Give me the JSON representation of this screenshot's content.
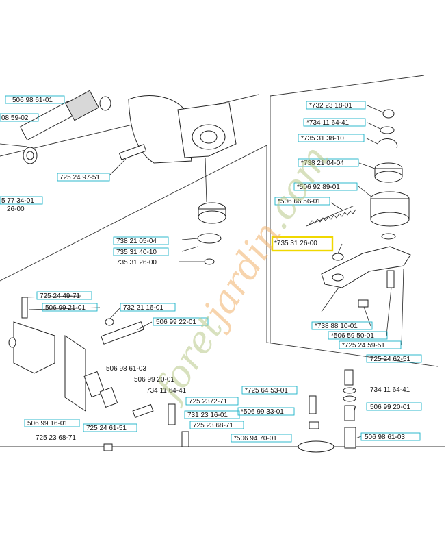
{
  "watermark": {
    "part1": "foret",
    "part2": "jardin",
    "part3": ".com",
    "color_green": "#b9c98a",
    "color_orange": "#f2b26b"
  },
  "highlight_color": "#f0d800",
  "label_box_color": "#19b3c9",
  "labels": {
    "l1": "506 98 61-01",
    "l2": "08 59-02",
    "l3": "725 24 97-51",
    "l4": "5 77 34-01",
    "l5": "26-00",
    "l6": "738 21 05-04",
    "l7": "735 31 40-10",
    "l8": "735 31 26-00",
    "l9": "725 24 49-71",
    "l10": "506 99 21-01",
    "l11": "732 21 16-01",
    "l12": "506 99 22-01",
    "l13": "506 98 61-03",
    "l14": "506 99 20-01",
    "l15": "734 11 64-41",
    "l16": "725 2372-71",
    "l17": "731 23 16-01",
    "l18": "725 23 68-71",
    "l19": "506 99 16-01",
    "l20": "725 24 61-51",
    "l21": "725 23 68-71",
    "l22": "*725 64 53-01",
    "l23": "*506 99 33-01",
    "l24": "*506 94 70-01",
    "r1": "*732 23 18-01",
    "r2": "*734 11 64-41",
    "r3": "*735 31 38-10",
    "r4": "*738 21 04-04",
    "r5": "*506 92 89-01",
    "r6": "*506 66 56-01",
    "r7": "*735 31 26-00",
    "r8": "*738 88 10-01",
    "r9": "*506 59 50-01",
    "r10": "*725 24 59-51",
    "r11": "725 24 62-51",
    "r12": "734 11 64-41",
    "r13": "506 99 20-01",
    "r14": "506 98 61-03"
  }
}
